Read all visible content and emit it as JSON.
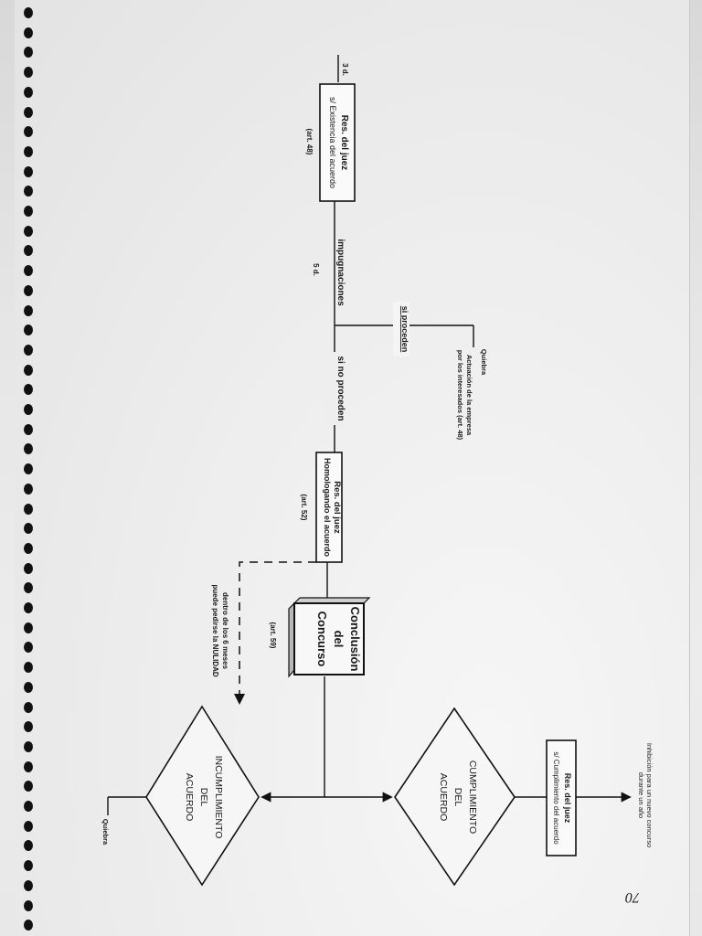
{
  "flowchart": {
    "res_juez_existencia": {
      "line1": "Res. del juez",
      "line2": "s/ Existencia del acuerdo",
      "term": "3 d.",
      "art": "(art. 48)"
    },
    "impugnaciones": {
      "label": "impugnaciones",
      "term": "5 d."
    },
    "si_proceden": {
      "label": "si proceden",
      "action_line1": "Actuación de la empresa",
      "action_line2": "por los interesados (art. 48)",
      "result": "Quiebra"
    },
    "si_no_proceden": {
      "label": "si no proceden"
    },
    "res_juez_homologando": {
      "line1": "Res. del juez",
      "line2": "Homologando el acuerdo",
      "art": "(art. 52)"
    },
    "conclusion": {
      "line1": "Conclusión",
      "line2": "del",
      "line3": "Concurso",
      "art": "(art. 59)"
    },
    "nulidad_note": {
      "line1": "dentro de los 6 meses",
      "line2": "puede pedirse la NULIDAD"
    },
    "incumplimiento": {
      "line1": "INCUMPLIMIENTO",
      "line2": "DEL",
      "line3": "ACUERDO",
      "result": "Quiebra"
    },
    "cumplimiento": {
      "line1": "CUMPLIMIENTO",
      "line2": "DEL",
      "line3": "ACUERDO"
    },
    "res_juez_cumplimiento": {
      "line1": "Res. del juez",
      "line2": "s/ Cumplimiento del acuerdo"
    },
    "inhibicion": {
      "line1": "Inhibición para un nuevo concurso",
      "line2": "durante un año"
    }
  },
  "page_number": "70"
}
